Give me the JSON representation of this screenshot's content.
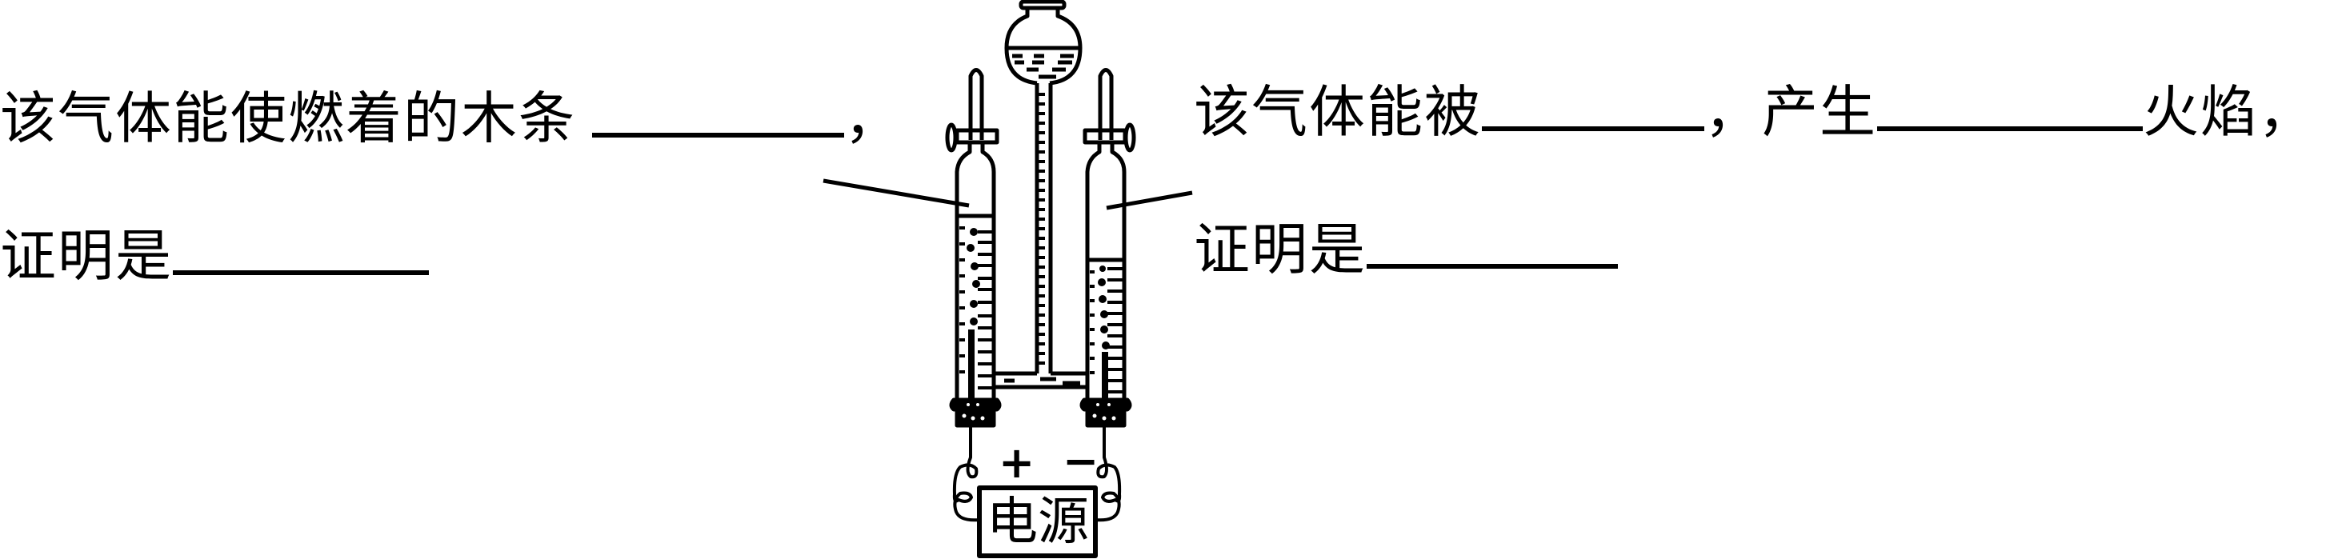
{
  "left_panel": {
    "line1": {
      "text": "该气体能使燃着的木条",
      "blank_width": 315,
      "suffix": "，"
    },
    "line2": {
      "text": "证明是",
      "blank_width": 320
    }
  },
  "right_panel": {
    "line1": {
      "part1": "该气体能被",
      "blank1_width": 278,
      "sep": "，",
      "part2": "产生",
      "blank2_width": 332,
      "part3": "火焰，"
    },
    "line2": {
      "text": "证明是",
      "blank_width": 314
    }
  },
  "apparatus": {
    "name": "water-electrolysis-apparatus",
    "power_label": "电源",
    "positive_sign": "+",
    "negative_sign": "−",
    "colors": {
      "stroke": "#000000",
      "background": "#ffffff"
    }
  }
}
